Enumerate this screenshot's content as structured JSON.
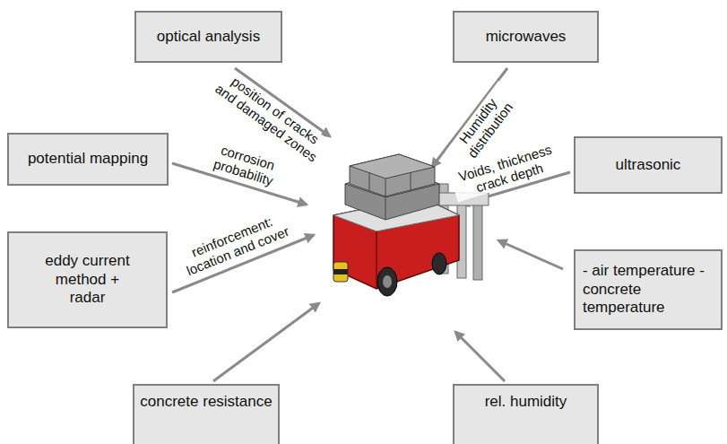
{
  "diagram": {
    "nodes": [
      {
        "text": [
          "optical analysis"
        ]
      },
      {
        "text": [
          "microwaves"
        ]
      },
      {
        "text": [
          "potential mapping"
        ]
      },
      {
        "text": [
          "ultrasonic"
        ]
      },
      {
        "text": [
          "eddy current method + radar"
        ]
      },
      {
        "text": [
          "- air temperature - concrete temperature"
        ]
      },
      {
        "text": [
          "concrete resistance"
        ]
      },
      {
        "text": [
          "rel. humidity"
        ]
      }
    ],
    "labels": [
      "position of cracks and damaged zones",
      "Humidity distribution",
      "corrosion probability",
      "Voids, thickness crack depth",
      "reinforcement: location and cover"
    ]
  }
}
